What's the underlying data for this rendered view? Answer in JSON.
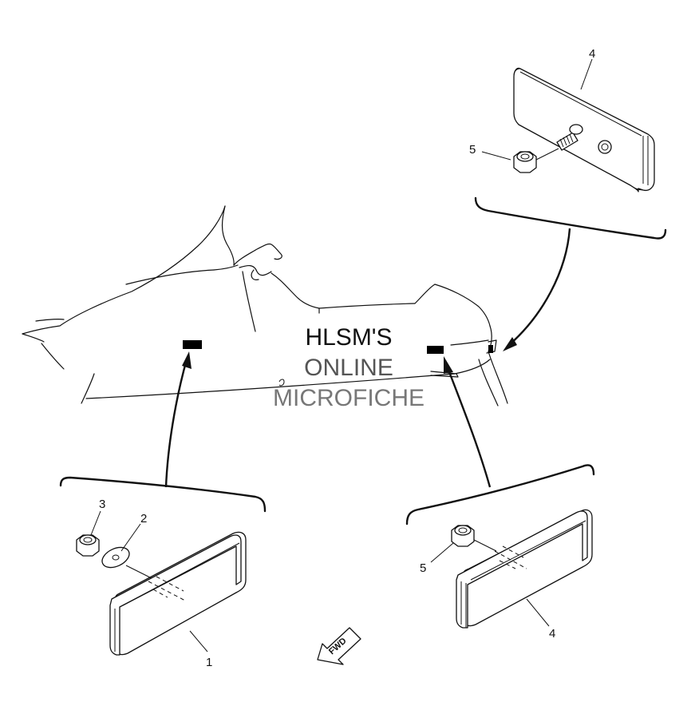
{
  "diagram": {
    "callouts": [
      {
        "id": "c1",
        "text": "1"
      },
      {
        "id": "c2",
        "text": "2"
      },
      {
        "id": "c3",
        "text": "3"
      },
      {
        "id": "c4a",
        "text": "4"
      },
      {
        "id": "c4b",
        "text": "4"
      },
      {
        "id": "c5a",
        "text": "5"
      },
      {
        "id": "c5b",
        "text": "5"
      }
    ],
    "fwd_label": "FWD"
  },
  "watermark": {
    "line1": "HLSM'S",
    "line2": "ONLINE",
    "line3": "MICROFICHE"
  },
  "colors": {
    "ink": "#111111",
    "marker": "#000000",
    "watermark_dark": "#111111",
    "watermark_mid": "#555555",
    "watermark_light": "#777777"
  }
}
